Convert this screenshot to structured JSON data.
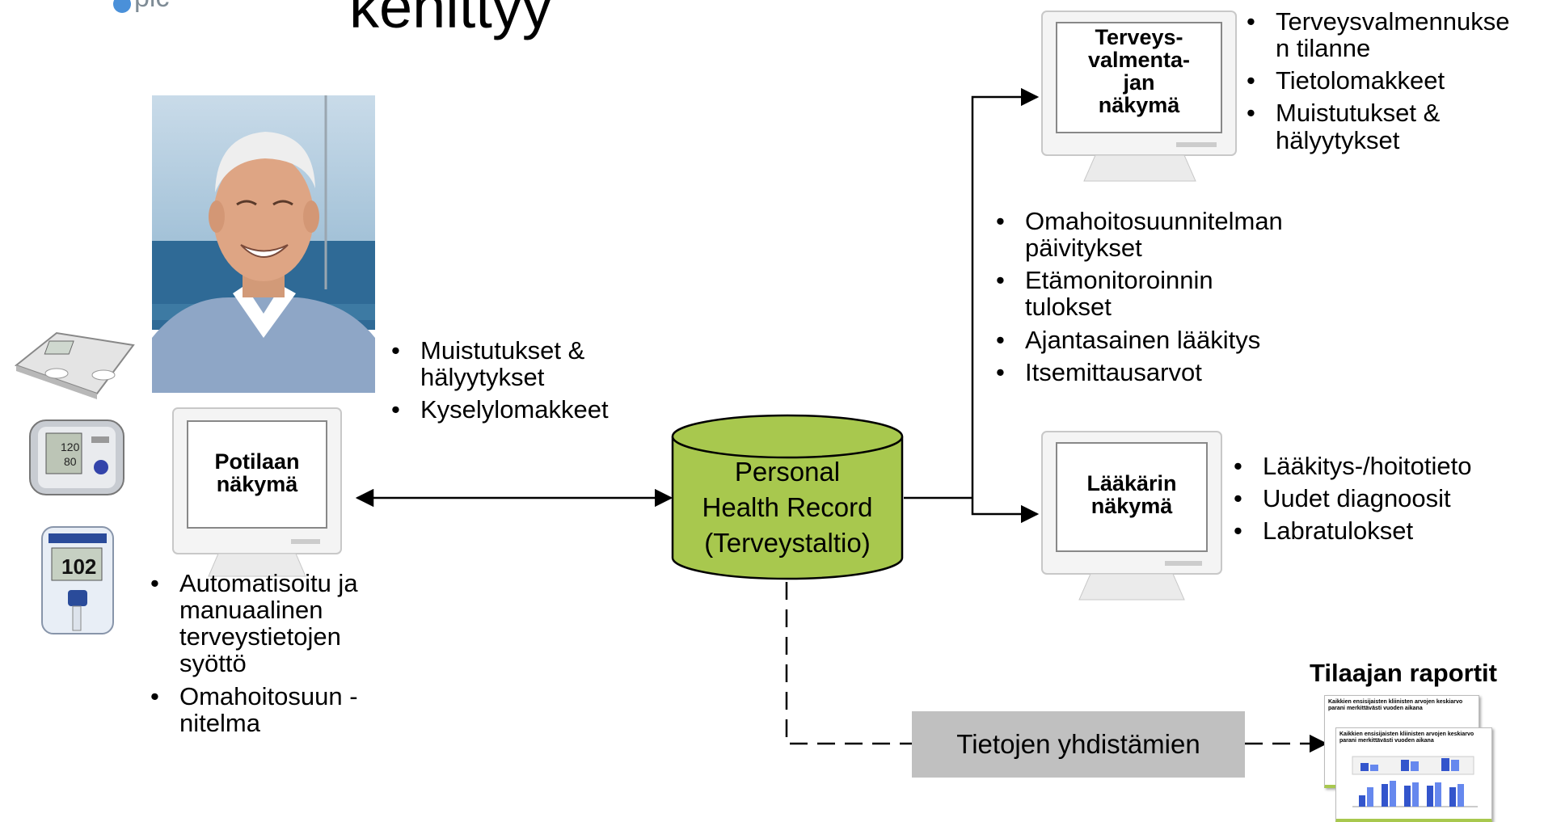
{
  "header": {
    "logo_text": "pic",
    "title": "kehittyy"
  },
  "patient_view": {
    "label_line1": "Potilaan",
    "label_line2": "näkymä",
    "bullets_right": [
      "Muistutukset & hälyytykset",
      "Kyselylomakkeet"
    ],
    "bullets_below": [
      "Automatisoitu ja manuaalinen terveystietojen syöttö",
      "Omahoitosuun -nitelma"
    ]
  },
  "phr": {
    "line1": "Personal",
    "line2": "Health Record",
    "line3": "(Terveystaltio)"
  },
  "coach_view": {
    "label_lines": [
      "Terveys-",
      "valmenta-",
      "jan",
      "näkymä"
    ],
    "bullets": [
      "Terveysvalmennuksen tilanne",
      "Tietolomakkeet",
      "Muistutukset & hälyytykset"
    ]
  },
  "middle_bullets": [
    "Omahoitosuunnitelman päivitykset",
    "Etämonitoroinnin tulokset",
    "Ajantasainen lääkitys",
    "Itsemittausarvot"
  ],
  "doctor_view": {
    "label_line1": "Lääkärin",
    "label_line2": "näkymä",
    "bullets": [
      "Lääkitys-/hoitotieto",
      "Uudet diagnoosit",
      "Labratulokset"
    ]
  },
  "aggregation": {
    "label": "Tietojen yhdistämien"
  },
  "reports": {
    "title": "Tilaajan raportit",
    "thumb_heading": "Kaikkien ensisijaisten kliinisten arvojen keskiarvo parani merkittävästi vuoden aikana"
  },
  "colors": {
    "cylinder_fill": "#a8c84e",
    "gray_box": "#c0c0c0",
    "logo_dot": "#4a90d9",
    "bar_blue": "#3355cc"
  },
  "devices": [
    "bathroom-scale",
    "blood-pressure-monitor",
    "glucose-meter"
  ]
}
